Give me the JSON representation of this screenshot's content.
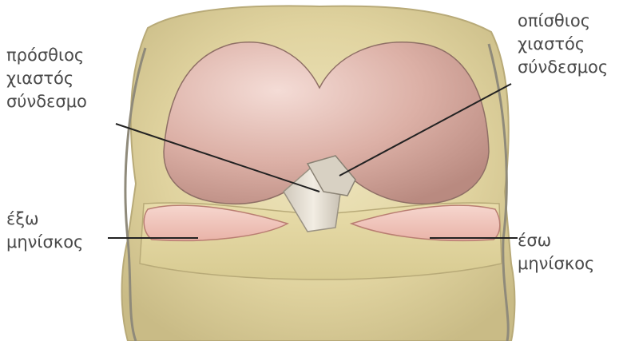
{
  "labels": {
    "anterior_cruciate": [
      "πρόσθιος",
      "χιαστός",
      "σύνδεσμο"
    ],
    "posterior_cruciate": [
      "οπίσθιος",
      "χιαστός",
      "σύνδεσμος"
    ],
    "lateral_meniscus": [
      "έξω",
      "μηνίσκος"
    ],
    "medial_meniscus": [
      "έσω",
      "μηνίσκος"
    ]
  },
  "colors": {
    "background": "#ffffff",
    "bone": "#e2d6a4",
    "femur_cartilage": "#d9aaa0",
    "meniscus": "#f1c7be",
    "ligament": "#e6e0d4",
    "text": "#4a4a4a",
    "leader_line": "#222222"
  }
}
